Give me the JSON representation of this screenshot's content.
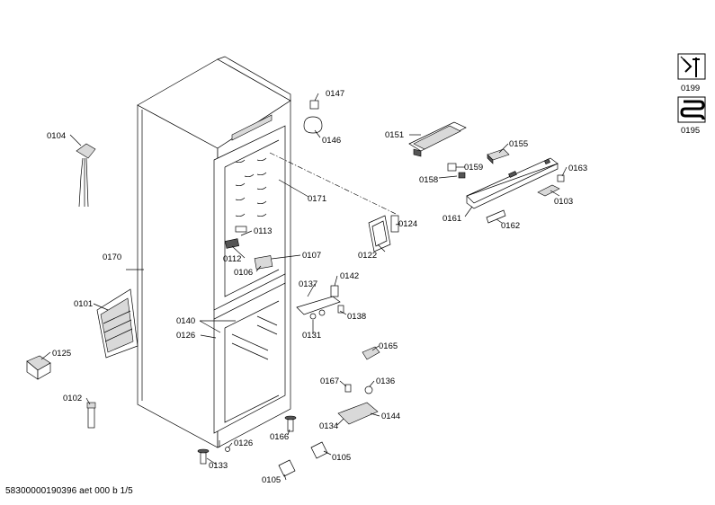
{
  "footer_text": "58300000190396 aet 000 b 1/5",
  "part_labels": {
    "p0104": "0104",
    "p0147": "0147",
    "p0146": "0146",
    "p0151": "0151",
    "p0155": "0155",
    "p0159": "0159",
    "p0158": "0158",
    "p0163": "0163",
    "p0103": "0103",
    "p0161": "0161",
    "p0162": "0162",
    "p0171": "0171",
    "p0124": "0124",
    "p0122": "0122",
    "p0113": "0113",
    "p0112": "0112",
    "p0107": "0107",
    "p0106": "0106",
    "p0170": "0170",
    "p0137": "0137",
    "p0142": "0142",
    "p0101": "0101",
    "p0140": "0140",
    "p0126a": "0126",
    "p0138": "0138",
    "p0131": "0131",
    "p0125": "0125",
    "p0165": "0165",
    "p0102": "0102",
    "p0167": "0167",
    "p0136": "0136",
    "p0144": "0144",
    "p0134": "0134",
    "p0166": "0166",
    "p0126b": "0126",
    "p0105a": "0105",
    "p0133": "0133",
    "p0105b": "0105"
  },
  "legend": [
    {
      "code": "0199",
      "icon": "service-tool-icon"
    },
    {
      "code": "0195",
      "icon": "heating-coil-icon"
    }
  ]
}
